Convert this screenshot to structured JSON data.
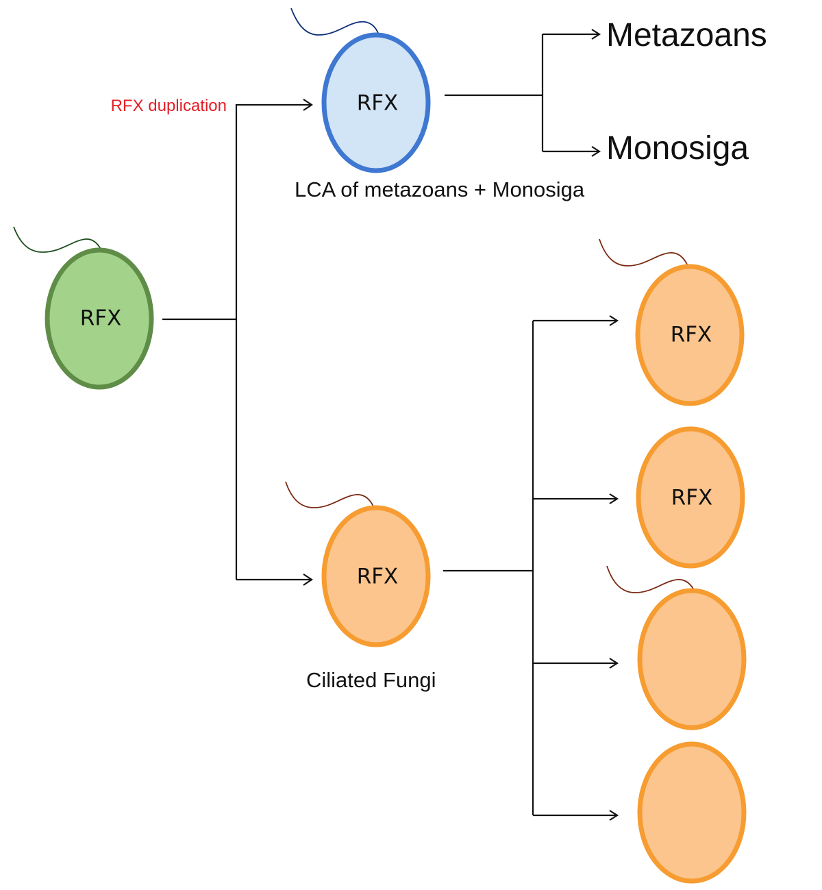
{
  "colors": {
    "ancestor_fill": "#a3d28a",
    "ancestor_stroke": "#5f8d47",
    "ancestor_flagellum": "#1e4d1e",
    "lca_fill": "#d2e5f6",
    "lca_stroke": "#3f78d1",
    "lca_flagellum": "#0f2f7a",
    "fungi_fill": "#fbc58d",
    "fungi_stroke": "#f69c31",
    "fungi_flagellum": "#7a2a14",
    "branch_line": "#111111",
    "duplication_label": "#e51e25",
    "text": "#111111"
  },
  "labels": {
    "duplication": "RFX duplication",
    "lca_caption": "LCA of metazoans + Monosiga",
    "fungi_caption": "Ciliated Fungi",
    "metazoans": "Metazoans",
    "monosiga": "Monosiga"
  },
  "cells": {
    "ancestor": {
      "text": "RFX",
      "flagellated": true
    },
    "lca": {
      "text": "RFX",
      "flagellated": true
    },
    "fungi": {
      "text": "RFX",
      "flagellated": true
    },
    "fungi_descendant_1": {
      "text": "RFX",
      "flagellated": true
    },
    "fungi_descendant_2": {
      "text": "RFX",
      "flagellated": false
    },
    "fungi_descendant_3": {
      "text": "",
      "flagellated": true
    },
    "fungi_descendant_4": {
      "text": "",
      "flagellated": false
    }
  },
  "icons": {
    "arrowhead": "open-chevron-arrowhead",
    "flagellum": "wavy-flagellum-line"
  }
}
